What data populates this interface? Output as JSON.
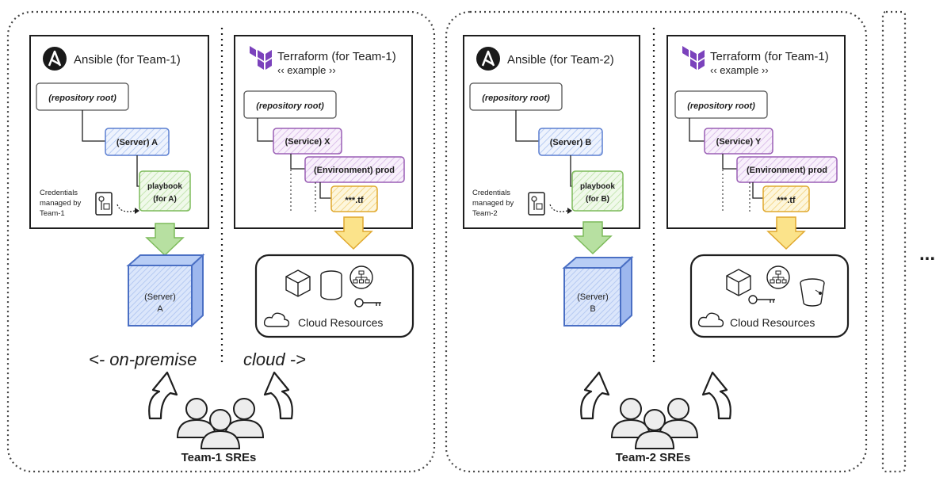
{
  "colors": {
    "server_fill": "#d6e4fb",
    "server_stroke": "#5b7fd1",
    "service_fill": "#f1e3f7",
    "service_stroke": "#9a5fb5",
    "playbook_fill": "#dff2d4",
    "playbook_stroke": "#7dbb5b",
    "tf_fill": "#fbeec3",
    "tf_stroke": "#e0a82e",
    "arrow_green": "#b7e0a1",
    "arrow_yellow": "#fbe38a"
  },
  "team1": {
    "ansible": {
      "icon": "ansible-logo-icon",
      "title": "Ansible (for Team-1)",
      "repo_root": "(repository root)",
      "server": "(Server) A",
      "playbook_line1": "playbook",
      "playbook_line2": "(for A)",
      "credentials_line1": "Credentials",
      "credentials_line2": "managed by",
      "credentials_line3": "Team-1",
      "credentials_icon": "locked-key-icon"
    },
    "terraform": {
      "icon": "terraform-logo-icon",
      "title": "Terraform (for Team-1)",
      "subtitle": "‹‹ example ››",
      "repo_root": "(repository root)",
      "service": "(Service) X",
      "environment": "(Environment) prod",
      "tf_file": "***.tf"
    },
    "server_cube_line1": "(Server)",
    "server_cube_line2": "A",
    "cloud": {
      "label": "Cloud Resources",
      "icons": [
        "cube-icon",
        "database-icon",
        "network-icon",
        "key-icon",
        "cloud-icon"
      ]
    },
    "on_premise_label": "<- on-premise",
    "cloud_label": "cloud ->",
    "sres_label": "Team-1 SREs"
  },
  "team2": {
    "ansible": {
      "icon": "ansible-logo-icon",
      "title": "Ansible (for Team-2)",
      "repo_root": "(repository root)",
      "server": "(Server) B",
      "playbook_line1": "playbook",
      "playbook_line2": "(for B)",
      "credentials_line1": "Credentials",
      "credentials_line2": "managed by",
      "credentials_line3": "Team-2",
      "credentials_icon": "locked-key-icon"
    },
    "terraform": {
      "icon": "terraform-logo-icon",
      "title": "Terraform (for Team-1)",
      "subtitle": "‹‹ example ››",
      "repo_root": "(repository root)",
      "service": "(Service) Y",
      "environment": "(Environment) prod",
      "tf_file": "***.tf"
    },
    "server_cube_line1": "(Server)",
    "server_cube_line2": "B",
    "cloud": {
      "label": "Cloud Resources",
      "icons": [
        "cube-icon",
        "network-icon",
        "bucket-icon",
        "key-icon",
        "cloud-icon"
      ]
    },
    "sres_label": "Team-2 SREs"
  },
  "more_indicator": "..."
}
